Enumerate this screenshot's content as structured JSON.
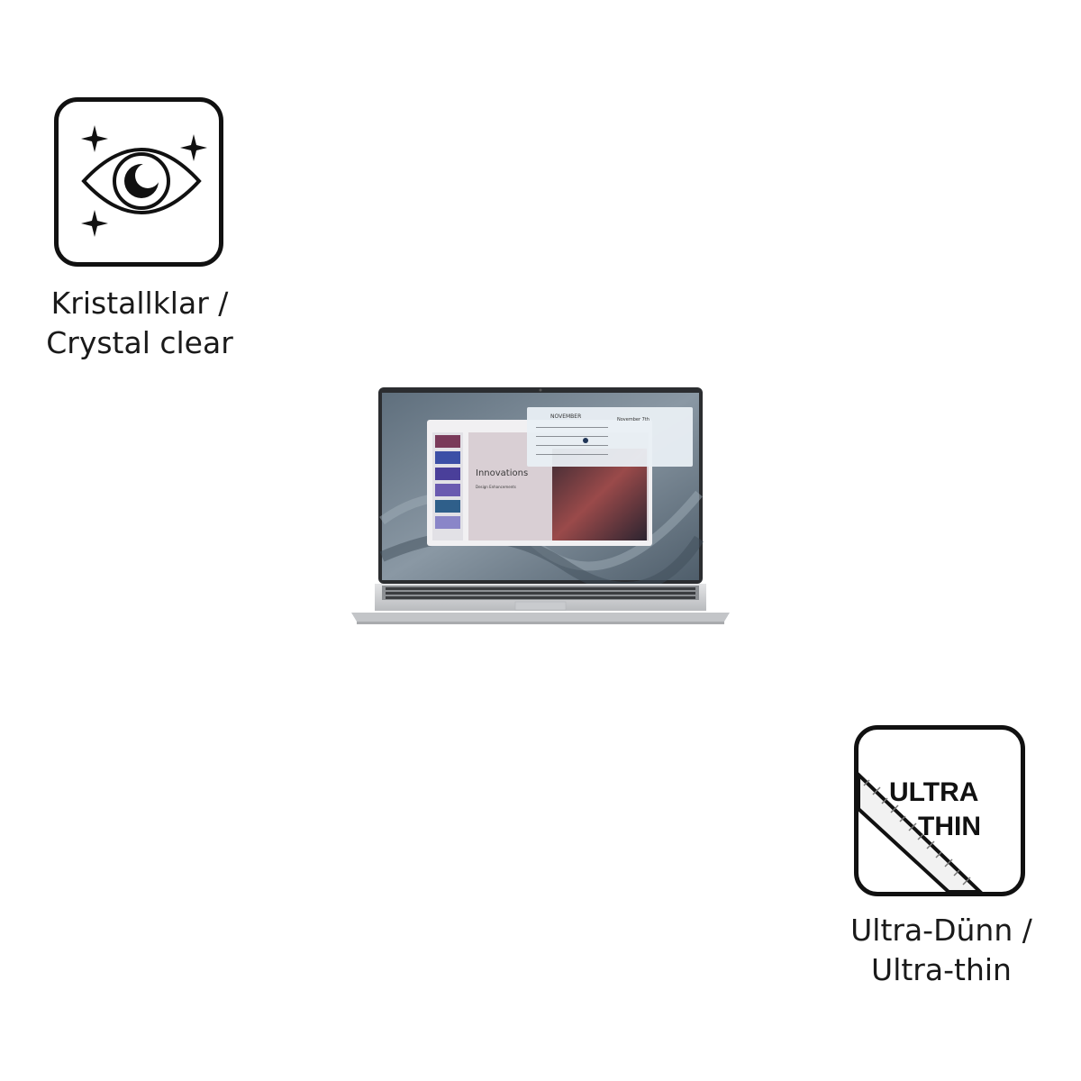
{
  "features": {
    "crystal_clear": {
      "icon": "sparkling-eye-icon",
      "caption_line1": "Kristallklar /",
      "caption_line2": "Crystal clear"
    },
    "ultra_thin": {
      "icon": "ultra-thin-ruler-icon",
      "badge_line1": "ULTRA",
      "badge_line2": "THIN",
      "caption_line1": "Ultra-Dünn /",
      "caption_line2": "Ultra-thin"
    }
  },
  "laptop_screen": {
    "app_title": "Innovations",
    "app_subtitle": "Design Enhancements",
    "calendar_month": "NOVEMBER",
    "agenda_date": "November 7th"
  },
  "colors": {
    "outline": "#111111",
    "laptop_silver": "#cfd1d4",
    "wallpaper": "#6f7f8e"
  }
}
